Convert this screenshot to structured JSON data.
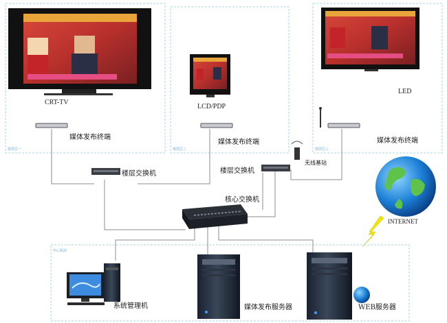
{
  "zones": {
    "left_tag": "楼层区一",
    "middle_tag": "楼层区二",
    "right_tag": "楼层区三",
    "bottom_tag": "中心机房"
  },
  "displays": {
    "crt": {
      "label": "CRT-TV",
      "terminal": "媒体发布终端"
    },
    "lcd": {
      "label": "LCD/PDP",
      "terminal": "媒体发布终端"
    },
    "led": {
      "label": "LED",
      "terminal": "媒体发布终端"
    }
  },
  "network": {
    "floor_switch_left": "楼层交换机",
    "floor_switch_right": "楼层交换机",
    "wireless_ap": "无线基站",
    "core_switch": "核心交换机",
    "internet": "INTERNET"
  },
  "servers": {
    "admin_pc": "系统管理机",
    "media_server": "媒体发布服务器",
    "web_server": "WEB服务器"
  },
  "colors": {
    "zone_border": "#a8d4e6",
    "cable": "#8c8c8c",
    "lightning": "#f2e600"
  }
}
